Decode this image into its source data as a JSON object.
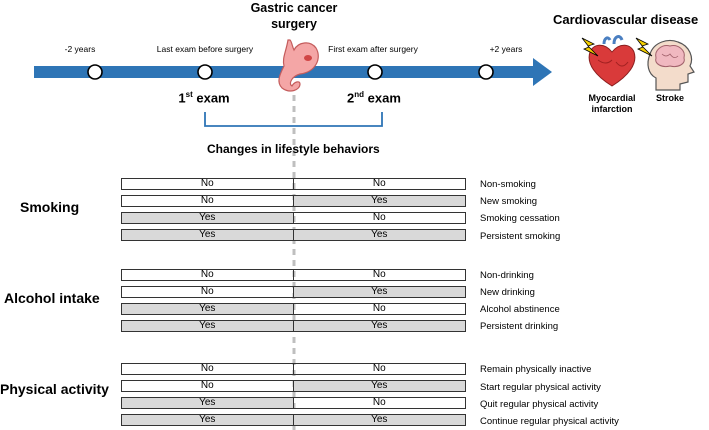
{
  "timeline": {
    "points": [
      "-2 years",
      "Last exam before surgery",
      "First exam after surgery",
      "+2 years"
    ],
    "exam1": {
      "main": "1",
      "sup": "st",
      "rest": " exam"
    },
    "exam2": {
      "main": "2",
      "sup": "nd",
      "rest": " exam"
    },
    "surgery_title_line1": "Gastric cancer",
    "surgery_title_line2": "surgery"
  },
  "outcome": {
    "title": "Cardiovascular disease",
    "items": [
      {
        "line1": "Myocardial",
        "line2": "infarction"
      },
      {
        "line1": "Stroke",
        "line2": ""
      }
    ]
  },
  "changes_label": "Changes in lifestyle behaviors",
  "categories": [
    {
      "name": "Smoking",
      "rows": [
        {
          "before": "No",
          "after": "No",
          "label": "Non-smoking"
        },
        {
          "before": "No",
          "after": "Yes",
          "label": "New smoking"
        },
        {
          "before": "Yes",
          "after": "No",
          "label": "Smoking cessation"
        },
        {
          "before": "Yes",
          "after": "Yes",
          "label": "Persistent smoking"
        }
      ]
    },
    {
      "name": "Alcohol intake",
      "rows": [
        {
          "before": "No",
          "after": "No",
          "label": "Non-drinking"
        },
        {
          "before": "No",
          "after": "Yes",
          "label": "New drinking"
        },
        {
          "before": "Yes",
          "after": "No",
          "label": "Alcohol abstinence"
        },
        {
          "before": "Yes",
          "after": "Yes",
          "label": "Persistent drinking"
        }
      ]
    },
    {
      "name": "Physical activity",
      "rows": [
        {
          "before": "No",
          "after": "No",
          "label": "Remain physically inactive"
        },
        {
          "before": "No",
          "after": "Yes",
          "label": "Start regular physical activity"
        },
        {
          "before": "Yes",
          "after": "No",
          "label": "Quit regular physical activity"
        },
        {
          "before": "Yes",
          "after": "Yes",
          "label": "Continue regular physical activity"
        }
      ]
    }
  ],
  "colors": {
    "timeline_arrow": "#2e75b6",
    "bracket": "#2e75b6",
    "yes_cell": "#d9d9d9",
    "no_cell": "#ffffff",
    "stomach": "#f4a6a6",
    "heart": "#d93a3a",
    "lightning": "#f5d000"
  },
  "icons": [
    "stomach-icon",
    "heart-icon",
    "brain-head-icon",
    "lightning-icon"
  ]
}
